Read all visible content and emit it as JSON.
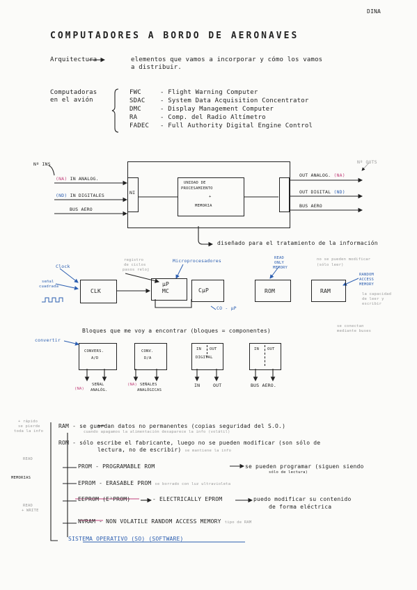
{
  "corner_tag": "DINA",
  "title": "COMPUTADORES A BORDO DE AERONAVES",
  "arq": {
    "label": "Arquitectura",
    "line1": "elementos que vamos a incorporar y cómo los vamos",
    "line2": "a distribuir."
  },
  "avion": {
    "label1": "Computadoras",
    "label2": "en el avión",
    "items": [
      {
        "abbr": "FWC",
        "desc": "- Flight Warning Computer"
      },
      {
        "abbr": "SDAC",
        "desc": "- System Data Acquisition Concentrator"
      },
      {
        "abbr": "DMC",
        "desc": "- Display Management Computer"
      },
      {
        "abbr": "RA",
        "desc": "- Comp. del Radio Altímetro"
      },
      {
        "abbr": "FADEC",
        "desc": "- Full Authority Digital Engine Control"
      }
    ]
  },
  "d1": {
    "n_ins": "Nº INS",
    "n_outs": "Nº OUTS",
    "in_analog_tag": "(NA)",
    "in_analog": "IN ANALOG.",
    "in_digital_tag": "(ND)",
    "in_digital": "IN DIGITALES",
    "bus_in": "BUS AERO",
    "ni": "NI",
    "cpu1": "UNIDAD DE",
    "cpu2": "PROCESAMIENTO",
    "cpu3": "+",
    "cpu4": "MEMORIA",
    "out_analog": "OUT ANALOG.",
    "out_analog_tag": "(NA)",
    "out_digital": "OUT DIGITAL",
    "out_digital_tag": "(ND)",
    "bus_out": "BUS AERO",
    "caption": "diseñado para el tratamiento de la información"
  },
  "d2": {
    "clock": "Clock",
    "senal1": "señal",
    "senal2": "cuadrada",
    "clk": "CLK",
    "registro1": "registro",
    "registro2": "de ciclos",
    "registro3": "pasos reloj",
    "micro": "Microprocesadores",
    "mp1": "μP",
    "mp2": "MC",
    "cmp": "CμP",
    "co": "CO - μP",
    "read1": "READ",
    "read2": "ONLY",
    "read3": "MEMORY",
    "rom_note1": "no se pueden modificar",
    "rom_note2": "(sólo leer)",
    "rom": "ROM",
    "ram_blue1": "RANDOM",
    "ram_blue2": "ACCESS",
    "ram_blue3": "MEMORY",
    "ram_note1": "la capacidad",
    "ram_note2": "de leer y",
    "ram_note3": "escribir",
    "ram": "RAM"
  },
  "d3": {
    "bloques": "Bloques que me voy a encontrar (bloques = componentes)",
    "bloques_note1": "se conectan",
    "bloques_note2": "mediante buses",
    "convertir": "convertir",
    "b1a": "CONVERS.",
    "b1b": "A/D",
    "b2a": "CONV.",
    "b2b": "D/A",
    "b3a": "IN",
    "b3b": "OUT",
    "b3c": "DIGITAL",
    "b4a": "IN",
    "b4b": "OUT",
    "b1_tag": "(NA)",
    "b1_lbl1": "SEÑAL",
    "b1_lbl2": "ANALÓG.",
    "b2_tag": "(NA)",
    "b2_lbl1": "SEÑALES",
    "b2_lbl2": "ANALÓGICAS",
    "b3_in": "IN",
    "b3_out": "OUT",
    "b4_lbl": "BUS AERO."
  },
  "mem": {
    "side_top1": "+ rápido",
    "side_top2": "se pierde",
    "side_top3": "toda la info",
    "side_read": "READ",
    "side_memorias": "MEMORIAS",
    "side_rw1": "READ",
    "side_rw2": "+ WRITE",
    "ram": "RAM",
    "ram_desc": "- se guardan datos no permanentes (copias seguridad del S.O.)",
    "ram_sub": "cuando apagamos la alimentación desaparece la info (volátil)",
    "rom": "ROM",
    "rom_desc": "- sólo escribe el fabricante, luego no se pueden modificar (son sólo de",
    "rom_desc2": "lectura, no de escribir)",
    "rom_note": "se mantiene la info",
    "prom": "PROM",
    "prom_desc": "- PROGRAMABLE ROM",
    "prom_note": "se pueden programar (siguen siendo",
    "prom_note2": "sólo de lectura)",
    "eprom": "EPROM",
    "eprom_desc": "- ERASABLE PROM",
    "eprom_note": "se borrado con luz ultravioleta",
    "eeprom": "EEPROM (E²PROM)",
    "eeprom_desc": "- ELECTRICALLY EPROM",
    "eeprom_note": "puedo modificar su contenido",
    "eeprom_note2": "de forma eléctrica",
    "nvram": "NVRAM",
    "nvram_desc": "- NON VOLATILE RANDOM ACCESS MEMORY",
    "nvram_note": "tipo de RAM",
    "so": "SISTEMA OPERATIVO (SO) (SOFTWARE)"
  }
}
